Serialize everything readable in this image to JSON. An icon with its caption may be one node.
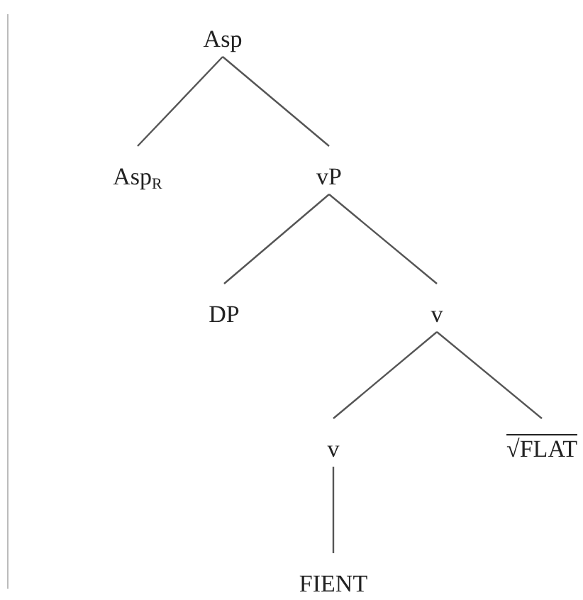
{
  "diagram": {
    "nodes": [
      {
        "text": [
          "Asp"
        ]
      },
      {
        "text": [
          "Asp$_{R}$"
        ]
      },
      {
        "text": [
          "vP"
        ]
      },
      {
        "text": [
          "DP"
        ]
      },
      {
        "text": [
          "v"
        ]
      },
      {
        "text": [
          "v"
        ]
      },
      {
        "text": [
          "√FLAT"
        ]
      },
      {
        "text": [
          "FIENT"
        ]
      }
    ],
    "edges": [
      {
        "from": 0,
        "to": 1,
        "arrow": "none"
      },
      {
        "from": 0,
        "to": 2,
        "arrow": "none"
      },
      {
        "from": 2,
        "to": 3,
        "arrow": "none"
      },
      {
        "from": 2,
        "to": 4,
        "arrow": "none"
      },
      {
        "from": 4,
        "to": 5,
        "arrow": "none"
      },
      {
        "from": 4,
        "to": 6,
        "arrow": "none"
      },
      {
        "from": 5,
        "to": 7,
        "arrow": "none"
      }
    ]
  }
}
